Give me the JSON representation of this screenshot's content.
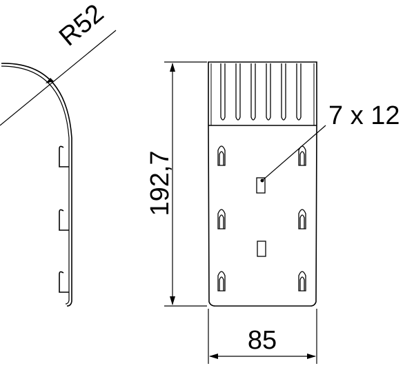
{
  "drawing": {
    "radius_label": "R52",
    "height_label": "192,7",
    "width_label": "85",
    "slot_label": "7 x 12"
  },
  "colors": {
    "line": "#000000",
    "background": "#ffffff"
  }
}
